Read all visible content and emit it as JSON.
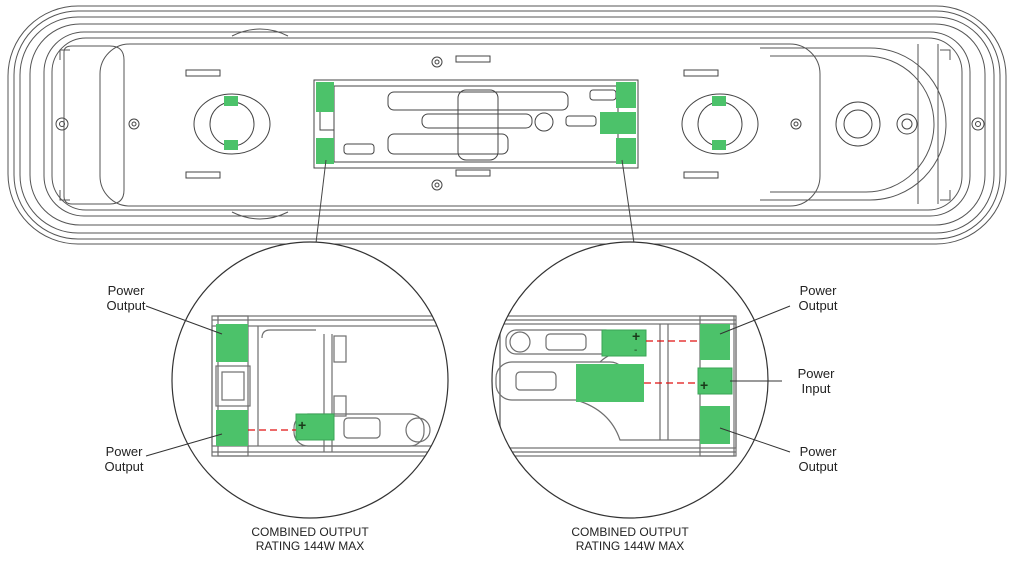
{
  "labels": {
    "left_top_output": [
      "Power",
      "Output"
    ],
    "left_bottom_output": [
      "Power",
      "Output"
    ],
    "right_top_output": [
      "Power",
      "Output"
    ],
    "right_input": [
      "Power",
      "Input"
    ],
    "right_bottom_output": [
      "Power",
      "Output"
    ]
  },
  "captions": {
    "left": [
      "COMBINED OUTPUT",
      "RATING 144W MAX"
    ],
    "right": [
      "COMBINED OUTPUT",
      "RATING 144W MAX"
    ]
  },
  "polarity": {
    "plus": "+",
    "minus": "-"
  },
  "colors": {
    "connector_green": "#4cc26a",
    "connector_green_dark": "#3aa456",
    "line_gray": "#6f6f6f",
    "wire_red": "#e01010",
    "stroke_dark": "#333333"
  }
}
